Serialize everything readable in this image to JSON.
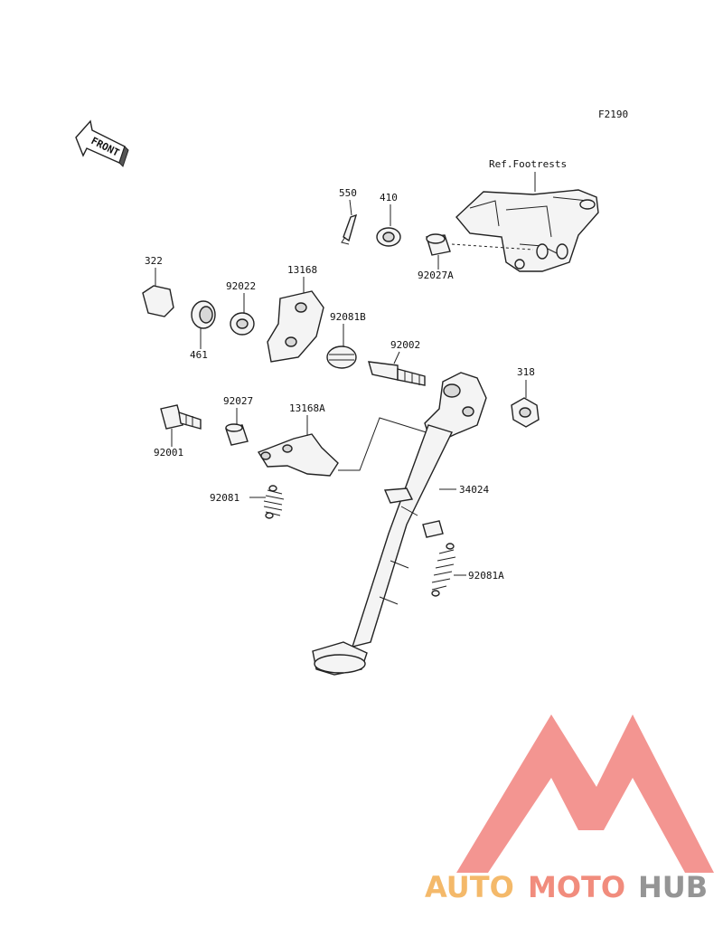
{
  "diagram": {
    "figure_code": "F2190",
    "front_label": "FRONT",
    "ref_label": "Ref.Footrests",
    "parts": [
      {
        "id": "550",
        "label": "550"
      },
      {
        "id": "410",
        "label": "410"
      },
      {
        "id": "92027A",
        "label": "92027A"
      },
      {
        "id": "322",
        "label": "322"
      },
      {
        "id": "461",
        "label": "461"
      },
      {
        "id": "92022",
        "label": "92022"
      },
      {
        "id": "13168",
        "label": "13168"
      },
      {
        "id": "92081B",
        "label": "92081B"
      },
      {
        "id": "92002",
        "label": "92002"
      },
      {
        "id": "318",
        "label": "318"
      },
      {
        "id": "92001",
        "label": "92001"
      },
      {
        "id": "92027",
        "label": "92027"
      },
      {
        "id": "13168A",
        "label": "13168A"
      },
      {
        "id": "34024",
        "label": "34024"
      },
      {
        "id": "92081",
        "label": "92081"
      },
      {
        "id": "92081A",
        "label": "92081A"
      }
    ]
  },
  "watermark": {
    "word_auto": "AUTO",
    "word_moto": "MOTO",
    "word_hub": "HUB",
    "colors": {
      "auto": "#f3b25a",
      "moto": "#f08070",
      "hub": "#8a8a8a",
      "mark": "#f28a86"
    }
  }
}
